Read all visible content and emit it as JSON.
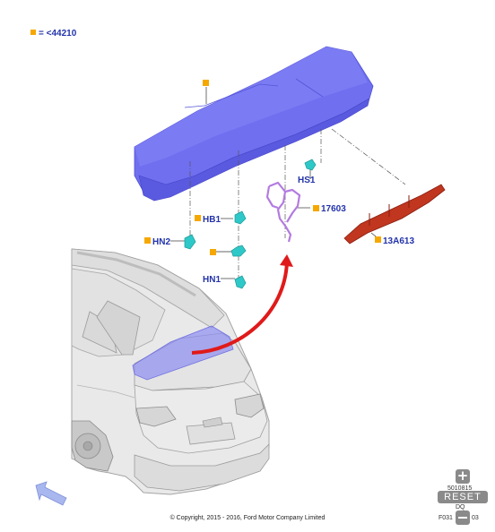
{
  "legend": {
    "marker_color": "#f5a800",
    "text": "= <44210"
  },
  "callouts": {
    "hn2": "HN2",
    "hb1": "HB1",
    "hn1": "HN1",
    "hs1": "HS1",
    "p17603": "17603",
    "p13a613": "13A613"
  },
  "colors": {
    "spoiler": "#6f6ff0",
    "clip": "#2fc8c8",
    "harness": "#b37be0",
    "stoplamp": "#c0361f",
    "arrow": "#e01a1a",
    "label": "#2233aa",
    "marker": "#f5a800"
  },
  "footer": {
    "copyright": "© Copyright, 2015 - 2016, Ford Motor Company Limited",
    "code_top": "5010815",
    "code_mid": "DQ",
    "code_left": "F031",
    "code_right": "03"
  },
  "controls": {
    "zoom_in": "+",
    "reset": "RESET"
  },
  "icons": {
    "view_direction": "view-direction-arrow-icon"
  }
}
